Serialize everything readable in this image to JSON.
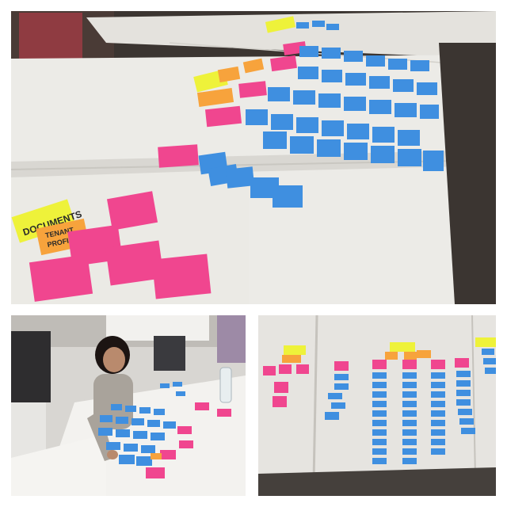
{
  "photo_collage": {
    "panels": [
      {
        "id": "top",
        "subject": "sticky-note card sort on white tables"
      },
      {
        "id": "bottom-left",
        "subject": "woman arranging sticky notes on table"
      },
      {
        "id": "bottom-right",
        "subject": "overhead view of sticky note columns"
      }
    ],
    "handwritten_labels": {
      "documents": "DOCUMENTS",
      "tenant_profile_line1": "TENANT",
      "tenant_profile_line2": "PROFILE"
    },
    "colors": {
      "table": "#e9e7e2",
      "floor": "#3b3531",
      "pink_note": "#f0468f",
      "blue_note": "#3f8fe0",
      "yellow_note": "#eef23a",
      "orange_note": "#f7a33c"
    }
  }
}
